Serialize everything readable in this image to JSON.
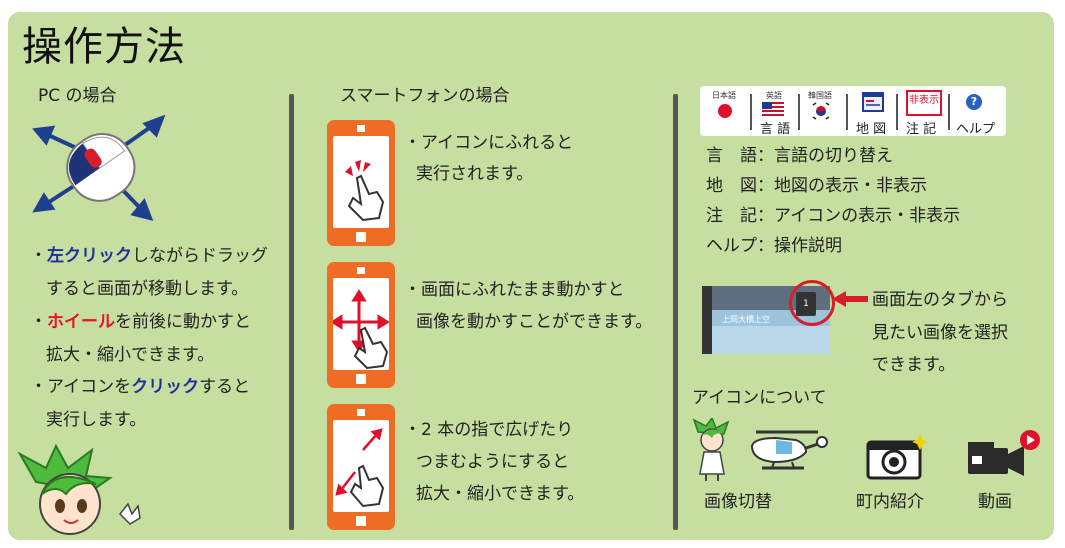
{
  "title": "操作方法",
  "pc": {
    "heading": "PC の場合",
    "bullet": "・",
    "line1_em": "左クリック",
    "line1_rest": "しながらドラッグ",
    "line2": "すると画面が移動します。",
    "line3_em": "ホイール",
    "line3_rest": "を前後に動かすと",
    "line4": "拡大・縮小できます。",
    "line5_pre": "アイコンを",
    "line5_em": "クリック",
    "line5_rest": "すると",
    "line6": "実行します。"
  },
  "smartphone": {
    "heading": "スマートフォンの場合",
    "item1_line1": "・アイコンにふれると",
    "item1_line2": "実行されます。",
    "item2_line1": "・画面にふれたまま動かすと",
    "item2_line2": "画像を動かすことができます。",
    "item3_line1": "・2 本の指で広げたり",
    "item3_line2": "つまむようにすると",
    "item3_line3": "拡大・縮小できます。"
  },
  "toolbar": {
    "lang_ja": "日本語",
    "lang_en": "英語",
    "lang_ko": "韓国語",
    "lang_label": "言 語",
    "map_label": "地 図",
    "note_button": "非表示",
    "note_label": "注 記",
    "help_label": "ヘルプ"
  },
  "legend": {
    "row1_key": "言　語",
    "row1_val": "：言語の切り替え",
    "row2_key": "地　図",
    "row2_val": "：地図の表示・非表示",
    "row3_key": "注　記",
    "row3_val": "：アイコンの表示・非表示",
    "row4_key": "ヘルプ",
    "row4_val": "：操作説明"
  },
  "tab": {
    "number": "1",
    "photo_caption": "上岡大橋上空",
    "line1": "画面左のタブから",
    "line2": "見たい画像を選択",
    "line3": "できます。"
  },
  "icons_about": {
    "heading": "アイコンについて",
    "image_switch": "画像切替",
    "town_intro": "町内紹介",
    "video": "動画"
  },
  "colors": {
    "panel_bg": "#c6dea0",
    "phone_orange": "#ee6c24",
    "accent_blue": "#1f2f9a",
    "accent_red": "#e8122a",
    "circle_red": "#d81e2a"
  }
}
